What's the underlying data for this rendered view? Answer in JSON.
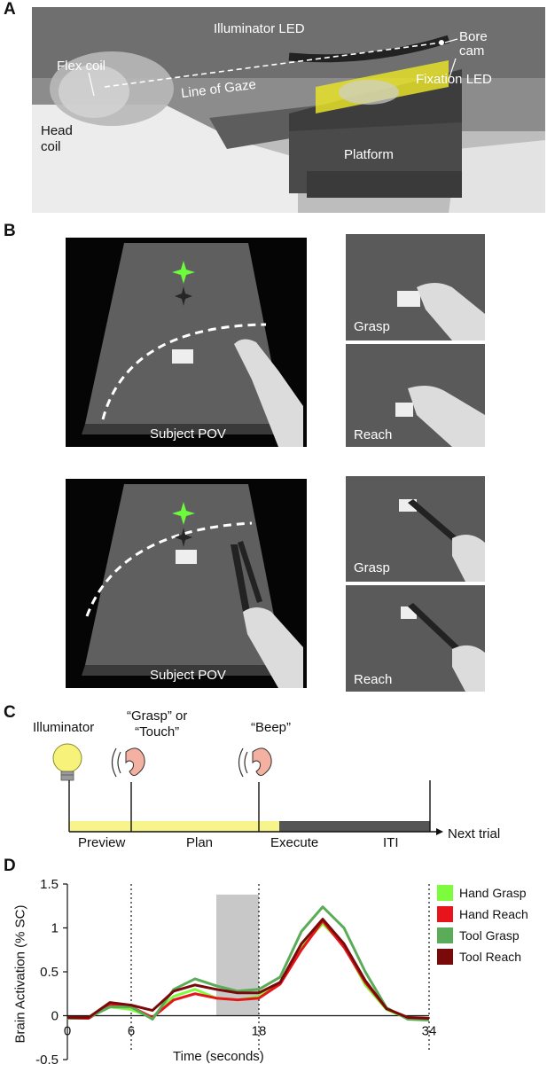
{
  "panels": {
    "a": "A",
    "b": "B",
    "c": "C",
    "d": "D"
  },
  "panel_a": {
    "labels": {
      "illuminator": "Illuminator LED",
      "bore_cam": "Bore\ncam",
      "flex_coil": "Flex coil",
      "line_of_gaze": "Line of Gaze",
      "fixation": "Fixation LED",
      "head_coil": "Head\ncoil",
      "platform": "Platform"
    }
  },
  "panel_b": {
    "pov_label": "Subject POV",
    "grasp_label": "Grasp",
    "reach_label": "Reach"
  },
  "panel_c": {
    "cue_illuminator": "Illuminator",
    "cue_grasp": "“Grasp” or\n“Touch”",
    "cue_beep": "“Beep”",
    "phases": [
      "Preview",
      "Plan",
      "Execute",
      "ITI"
    ],
    "next": "Next trial",
    "colors": {
      "plan": "#f6f48a",
      "execute": "#555555"
    }
  },
  "chart_data": {
    "type": "line",
    "ylabel": "Brain Activation (% SC)",
    "xlabel": "Time (seconds)",
    "xlim": [
      0,
      34
    ],
    "ylim": [
      -0.5,
      1.5
    ],
    "xticks": [
      0,
      6,
      18,
      34
    ],
    "yticks": [
      "1.5",
      "1",
      "0.5",
      "0",
      "-0.5"
    ],
    "event_lines": [
      6,
      18,
      34
    ],
    "shaded_window": [
      14,
      18
    ],
    "x": [
      0,
      2,
      4,
      6,
      8,
      10,
      12,
      14,
      16,
      18,
      20,
      22,
      24,
      26,
      28,
      30,
      32,
      34
    ],
    "series": [
      {
        "name": "Hand Grasp",
        "color": "#7cfc3c",
        "values": [
          -0.02,
          -0.02,
          0.1,
          0.07,
          -0.02,
          0.22,
          0.3,
          0.2,
          0.18,
          0.22,
          0.38,
          0.78,
          1.05,
          0.8,
          0.35,
          0.07,
          -0.03,
          -0.03
        ]
      },
      {
        "name": "Hand Reach",
        "color": "#e8141c",
        "values": [
          -0.03,
          -0.03,
          0.12,
          0.1,
          -0.02,
          0.18,
          0.25,
          0.2,
          0.18,
          0.2,
          0.36,
          0.75,
          1.08,
          0.78,
          0.38,
          0.08,
          -0.02,
          -0.03
        ]
      },
      {
        "name": "Tool Grasp",
        "color": "#5aac58",
        "values": [
          -0.03,
          -0.02,
          0.1,
          0.1,
          -0.04,
          0.3,
          0.42,
          0.34,
          0.28,
          0.3,
          0.44,
          0.96,
          1.24,
          1.0,
          0.5,
          0.09,
          -0.04,
          -0.05
        ]
      },
      {
        "name": "Tool Reach",
        "color": "#7a0a0a",
        "values": [
          -0.02,
          -0.02,
          0.15,
          0.12,
          0.06,
          0.28,
          0.35,
          0.3,
          0.26,
          0.26,
          0.38,
          0.82,
          1.1,
          0.82,
          0.4,
          0.08,
          -0.02,
          -0.03
        ]
      }
    ]
  }
}
